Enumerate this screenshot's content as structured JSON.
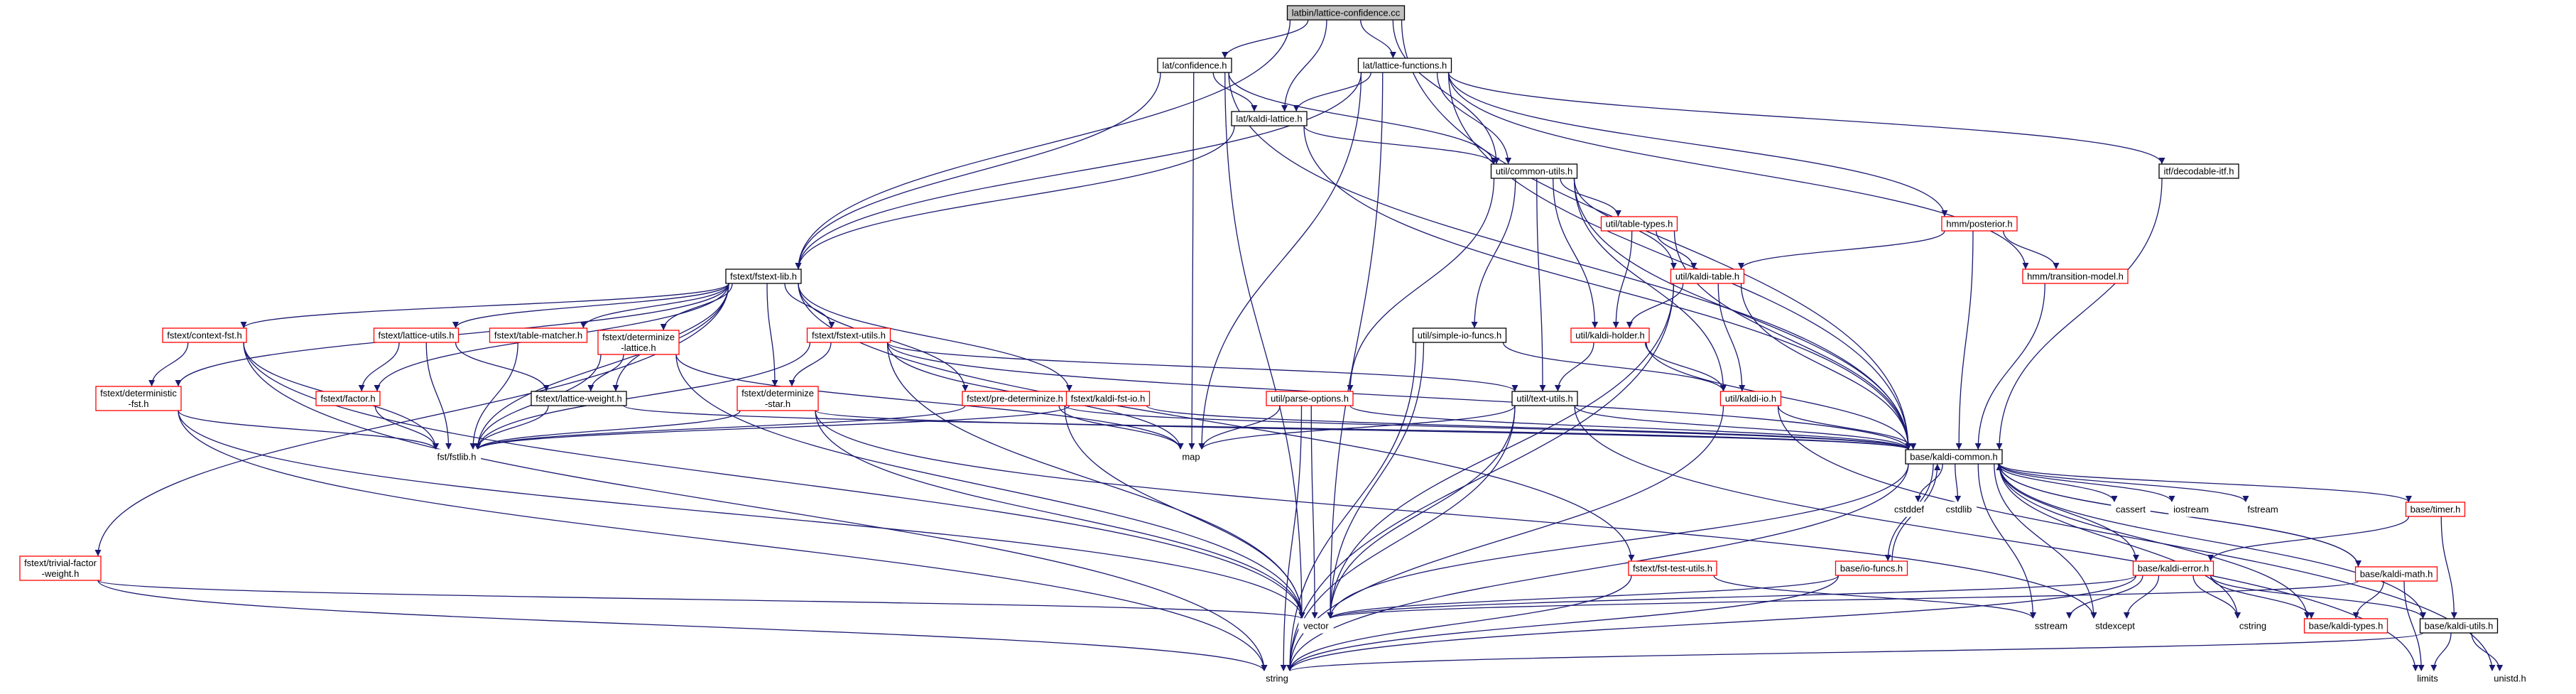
{
  "graph": {
    "colors": {
      "edge": "#191970",
      "root_fill": "#bfbfbf",
      "border_black": "#000000",
      "border_red": "#ff0000",
      "border_none": "#ffffff"
    },
    "nodes": [
      {
        "id": "root",
        "label": "latbin/lattice-confidence.cc",
        "border": "black",
        "fill": "root"
      },
      {
        "id": "lat_conf",
        "label": "lat/confidence.h",
        "border": "black"
      },
      {
        "id": "lat_funcs",
        "label": "lat/lattice-functions.h",
        "border": "black"
      },
      {
        "id": "kaldi_lattice",
        "label": "lat/kaldi-lattice.h",
        "border": "black"
      },
      {
        "id": "common_utils",
        "label": "util/common-utils.h",
        "border": "black"
      },
      {
        "id": "decodable",
        "label": "itf/decodable-itf.h",
        "border": "black"
      },
      {
        "id": "table_types",
        "label": "util/table-types.h",
        "border": "red"
      },
      {
        "id": "posterior",
        "label": "hmm/posterior.h",
        "border": "red"
      },
      {
        "id": "transition",
        "label": "hmm/transition-model.h",
        "border": "red"
      },
      {
        "id": "kaldi_table",
        "label": "util/kaldi-table.h",
        "border": "red"
      },
      {
        "id": "fstext_lib",
        "label": "fstext/fstext-lib.h",
        "border": "black"
      },
      {
        "id": "context_fst",
        "label": "fstext/context-fst.h",
        "border": "red"
      },
      {
        "id": "lattice_utils",
        "label": "fstext/lattice-utils.h",
        "border": "red"
      },
      {
        "id": "table_matcher",
        "label": "fstext/table-matcher.h",
        "border": "red"
      },
      {
        "id": "determinize_lattice",
        "label": [
          "fstext/determinize",
          "-lattice.h"
        ],
        "border": "red"
      },
      {
        "id": "fstext_utils",
        "label": "fstext/fstext-utils.h",
        "border": "red"
      },
      {
        "id": "simple_io",
        "label": "util/simple-io-funcs.h",
        "border": "black"
      },
      {
        "id": "kaldi_holder",
        "label": "util/kaldi-holder.h",
        "border": "red"
      },
      {
        "id": "deterministic_fst",
        "label": [
          "fstext/deterministic",
          "-fst.h"
        ],
        "border": "red"
      },
      {
        "id": "factor",
        "label": "fstext/factor.h",
        "border": "red"
      },
      {
        "id": "lattice_weight",
        "label": "fstext/lattice-weight.h",
        "border": "black"
      },
      {
        "id": "determinize_star",
        "label": [
          "fstext/determinize",
          "-star.h"
        ],
        "border": "red"
      },
      {
        "id": "pre_determinize",
        "label": "fstext/pre-determinize.h",
        "border": "red"
      },
      {
        "id": "kaldi_fst_io",
        "label": "fstext/kaldi-fst-io.h",
        "border": "red"
      },
      {
        "id": "parse_options",
        "label": "util/parse-options.h",
        "border": "red"
      },
      {
        "id": "text_utils",
        "label": "util/text-utils.h",
        "border": "black"
      },
      {
        "id": "kaldi_io",
        "label": "util/kaldi-io.h",
        "border": "red"
      },
      {
        "id": "fstlib",
        "label": "fst/fstlib.h",
        "border": "none"
      },
      {
        "id": "map",
        "label": "map",
        "border": "none"
      },
      {
        "id": "kaldi_common",
        "label": "base/kaldi-common.h",
        "border": "black"
      },
      {
        "id": "cstddef",
        "label": "cstddef",
        "border": "none"
      },
      {
        "id": "cstdlib",
        "label": "cstdlib",
        "border": "none"
      },
      {
        "id": "cassert",
        "label": "cassert",
        "border": "none"
      },
      {
        "id": "iostream",
        "label": "iostream",
        "border": "none"
      },
      {
        "id": "fstream",
        "label": "fstream",
        "border": "none"
      },
      {
        "id": "timer",
        "label": "base/timer.h",
        "border": "red"
      },
      {
        "id": "trivial_factor",
        "label": [
          "fstext/trivial-factor",
          "-weight.h"
        ],
        "border": "red"
      },
      {
        "id": "fst_test_utils",
        "label": "fstext/fst-test-utils.h",
        "border": "red"
      },
      {
        "id": "io_funcs",
        "label": "base/io-funcs.h",
        "border": "red"
      },
      {
        "id": "kaldi_error",
        "label": "base/kaldi-error.h",
        "border": "red"
      },
      {
        "id": "kaldi_math",
        "label": "base/kaldi-math.h",
        "border": "red"
      },
      {
        "id": "vector",
        "label": "vector",
        "border": "none"
      },
      {
        "id": "sstream",
        "label": "sstream",
        "border": "none"
      },
      {
        "id": "stdexcept",
        "label": "stdexcept",
        "border": "none"
      },
      {
        "id": "cstring",
        "label": "cstring",
        "border": "none"
      },
      {
        "id": "kaldi_types",
        "label": "base/kaldi-types.h",
        "border": "red"
      },
      {
        "id": "kaldi_utils",
        "label": "base/kaldi-utils.h",
        "border": "black"
      },
      {
        "id": "string",
        "label": "string",
        "border": "none"
      },
      {
        "id": "limits",
        "label": "limits",
        "border": "none"
      },
      {
        "id": "unistd",
        "label": "unistd.h",
        "border": "none"
      }
    ],
    "edges": [
      [
        "root",
        "lat_conf"
      ],
      [
        "root",
        "lat_funcs"
      ],
      [
        "root",
        "kaldi_lattice"
      ],
      [
        "root",
        "common_utils"
      ],
      [
        "root",
        "fstext_lib"
      ],
      [
        "root",
        "kaldi_common"
      ],
      [
        "lat_conf",
        "kaldi_lattice"
      ],
      [
        "lat_conf",
        "common_utils"
      ],
      [
        "lat_conf",
        "fstext_lib"
      ],
      [
        "lat_conf",
        "kaldi_common"
      ],
      [
        "lat_conf",
        "map"
      ],
      [
        "lat_conf",
        "vector"
      ],
      [
        "lat_funcs",
        "kaldi_lattice"
      ],
      [
        "lat_funcs",
        "common_utils"
      ],
      [
        "lat_funcs",
        "fstext_lib"
      ],
      [
        "lat_funcs",
        "decodable"
      ],
      [
        "lat_funcs",
        "posterior"
      ],
      [
        "lat_funcs",
        "transition"
      ],
      [
        "lat_funcs",
        "kaldi_common"
      ],
      [
        "lat_funcs",
        "map"
      ],
      [
        "lat_funcs",
        "vector"
      ],
      [
        "kaldi_lattice",
        "fstext_lib"
      ],
      [
        "kaldi_lattice",
        "common_utils"
      ],
      [
        "kaldi_lattice",
        "kaldi_common"
      ],
      [
        "common_utils",
        "table_types"
      ],
      [
        "common_utils",
        "kaldi_table"
      ],
      [
        "common_utils",
        "kaldi_holder"
      ],
      [
        "common_utils",
        "simple_io"
      ],
      [
        "common_utils",
        "parse_options"
      ],
      [
        "common_utils",
        "text_utils"
      ],
      [
        "common_utils",
        "kaldi_io"
      ],
      [
        "common_utils",
        "kaldi_common"
      ],
      [
        "decodable",
        "kaldi_common"
      ],
      [
        "table_types",
        "kaldi_table"
      ],
      [
        "table_types",
        "kaldi_holder"
      ],
      [
        "table_types",
        "kaldi_common"
      ],
      [
        "posterior",
        "kaldi_table"
      ],
      [
        "posterior",
        "transition"
      ],
      [
        "posterior",
        "kaldi_common"
      ],
      [
        "transition",
        "kaldi_common"
      ],
      [
        "kaldi_table",
        "kaldi_holder"
      ],
      [
        "kaldi_table",
        "kaldi_io"
      ],
      [
        "kaldi_table",
        "kaldi_common"
      ],
      [
        "kaldi_table",
        "vector"
      ],
      [
        "kaldi_table",
        "string"
      ],
      [
        "fstext_lib",
        "context_fst"
      ],
      [
        "fstext_lib",
        "lattice_utils"
      ],
      [
        "fstext_lib",
        "table_matcher"
      ],
      [
        "fstext_lib",
        "determinize_lattice"
      ],
      [
        "fstext_lib",
        "fstext_utils"
      ],
      [
        "fstext_lib",
        "deterministic_fst"
      ],
      [
        "fstext_lib",
        "factor"
      ],
      [
        "fstext_lib",
        "lattice_weight"
      ],
      [
        "fstext_lib",
        "determinize_star"
      ],
      [
        "fstext_lib",
        "pre_determinize"
      ],
      [
        "fstext_lib",
        "kaldi_fst_io"
      ],
      [
        "fstext_lib",
        "fstlib"
      ],
      [
        "fstext_lib",
        "trivial_factor"
      ],
      [
        "fstext_lib",
        "fst_test_utils"
      ],
      [
        "context_fst",
        "deterministic_fst"
      ],
      [
        "context_fst",
        "fstlib"
      ],
      [
        "context_fst",
        "vector"
      ],
      [
        "context_fst",
        "string"
      ],
      [
        "lattice_utils",
        "factor"
      ],
      [
        "lattice_utils",
        "lattice_weight"
      ],
      [
        "lattice_utils",
        "fstlib"
      ],
      [
        "table_matcher",
        "fstlib"
      ],
      [
        "determinize_lattice",
        "lattice_weight"
      ],
      [
        "determinize_lattice",
        "fstlib"
      ],
      [
        "determinize_lattice",
        "map"
      ],
      [
        "determinize_lattice",
        "vector"
      ],
      [
        "fstext_utils",
        "determinize_star"
      ],
      [
        "fstext_utils",
        "fstlib"
      ],
      [
        "fstext_utils",
        "map"
      ],
      [
        "fstext_utils",
        "vector"
      ],
      [
        "fstext_utils",
        "text_utils"
      ],
      [
        "fstext_utils",
        "kaldi_common"
      ],
      [
        "simple_io",
        "kaldi_io"
      ],
      [
        "simple_io",
        "vector"
      ],
      [
        "simple_io",
        "string"
      ],
      [
        "kaldi_holder",
        "text_utils"
      ],
      [
        "kaldi_holder",
        "kaldi_io"
      ],
      [
        "kaldi_holder",
        "kaldi_common"
      ],
      [
        "deterministic_fst",
        "fstlib"
      ],
      [
        "deterministic_fst",
        "vector"
      ],
      [
        "deterministic_fst",
        "string"
      ],
      [
        "factor",
        "fstlib"
      ],
      [
        "lattice_weight",
        "fstlib"
      ],
      [
        "lattice_weight",
        "kaldi_common"
      ],
      [
        "determinize_star",
        "fstlib"
      ],
      [
        "determinize_star",
        "vector"
      ],
      [
        "determinize_star",
        "kaldi_common"
      ],
      [
        "determinize_star",
        "stdexcept"
      ],
      [
        "pre_determinize",
        "map"
      ],
      [
        "pre_determinize",
        "vector"
      ],
      [
        "pre_determinize",
        "fstlib"
      ],
      [
        "pre_determinize",
        "kaldi_common"
      ],
      [
        "kaldi_fst_io",
        "fstlib"
      ],
      [
        "kaldi_fst_io",
        "kaldi_common"
      ],
      [
        "parse_options",
        "map"
      ],
      [
        "parse_options",
        "vector"
      ],
      [
        "parse_options",
        "string"
      ],
      [
        "parse_options",
        "kaldi_common"
      ],
      [
        "text_utils",
        "kaldi_common"
      ],
      [
        "text_utils",
        "vector"
      ],
      [
        "text_utils",
        "string"
      ],
      [
        "text_utils",
        "map"
      ],
      [
        "text_utils",
        "limits"
      ],
      [
        "kaldi_io",
        "kaldi_common"
      ],
      [
        "kaldi_io",
        "string"
      ],
      [
        "kaldi_io",
        "unistd"
      ],
      [
        "kaldi_common",
        "cstddef"
      ],
      [
        "kaldi_common",
        "cstdlib"
      ],
      [
        "kaldi_common",
        "cassert"
      ],
      [
        "kaldi_common",
        "iostream"
      ],
      [
        "kaldi_common",
        "fstream"
      ],
      [
        "kaldi_common",
        "sstream"
      ],
      [
        "kaldi_common",
        "stdexcept"
      ],
      [
        "kaldi_common",
        "cstring"
      ],
      [
        "kaldi_common",
        "string"
      ],
      [
        "kaldi_common",
        "vector"
      ],
      [
        "kaldi_common",
        "io_funcs"
      ],
      [
        "kaldi_common",
        "kaldi_error"
      ],
      [
        "kaldi_common",
        "kaldi_math"
      ],
      [
        "kaldi_common",
        "kaldi_types"
      ],
      [
        "kaldi_common",
        "kaldi_utils"
      ],
      [
        "kaldi_common",
        "timer"
      ],
      [
        "timer",
        "kaldi_error"
      ],
      [
        "timer",
        "kaldi_utils"
      ],
      [
        "trivial_factor",
        "vector"
      ],
      [
        "trivial_factor",
        "string"
      ],
      [
        "fst_test_utils",
        "sstream"
      ],
      [
        "fst_test_utils",
        "string"
      ],
      [
        "io_funcs",
        "kaldi_common"
      ],
      [
        "io_funcs",
        "vector"
      ],
      [
        "io_funcs",
        "string"
      ],
      [
        "kaldi_error",
        "vector"
      ],
      [
        "kaldi_error",
        "sstream"
      ],
      [
        "kaldi_error",
        "stdexcept"
      ],
      [
        "kaldi_error",
        "cstring"
      ],
      [
        "kaldi_error",
        "string"
      ],
      [
        "kaldi_error",
        "kaldi_types"
      ],
      [
        "kaldi_error",
        "kaldi_utils"
      ],
      [
        "kaldi_math",
        "kaldi_common"
      ],
      [
        "kaldi_math",
        "kaldi_types"
      ],
      [
        "kaldi_math",
        "limits"
      ],
      [
        "kaldi_math",
        "vector"
      ],
      [
        "kaldi_utils",
        "string"
      ],
      [
        "kaldi_utils",
        "limits"
      ],
      [
        "kaldi_utils",
        "unistd"
      ]
    ]
  }
}
